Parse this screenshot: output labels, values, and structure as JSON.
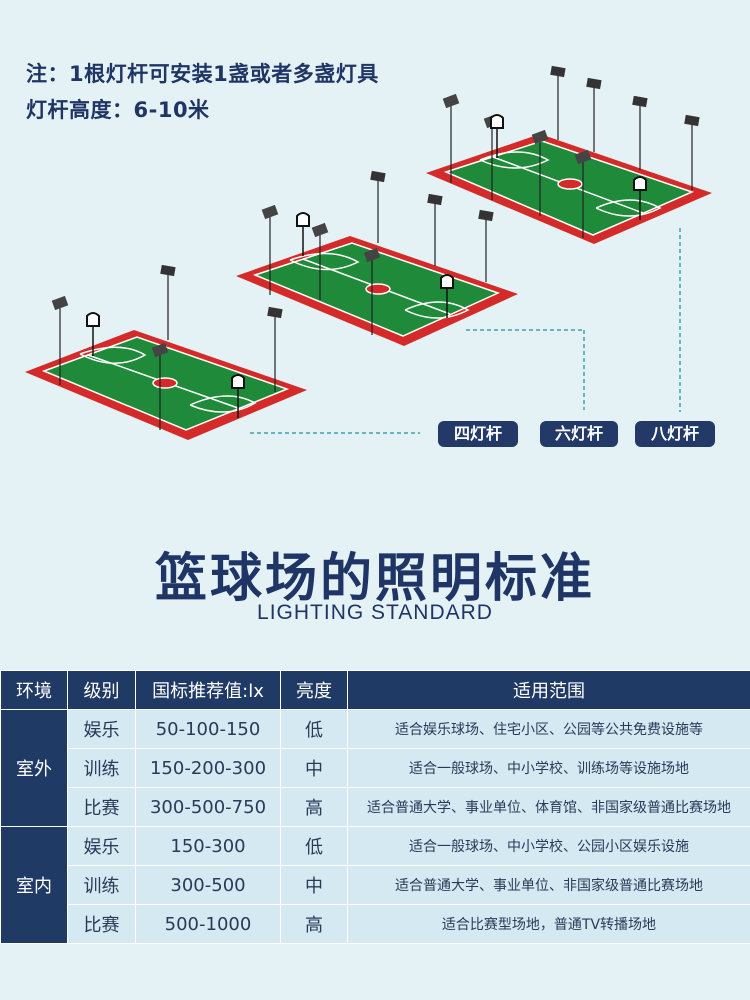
{
  "notes": {
    "line1": "注：1根灯杆可安装1盏或者多盏灯具",
    "line2": "灯杆高度：6-10米"
  },
  "tags": {
    "four": "四灯杆",
    "six": "六灯杆",
    "eight": "八灯杆"
  },
  "heading": {
    "title": "篮球场的照明标准",
    "subtitle": "LIGHTING STANDARD"
  },
  "table": {
    "headers": [
      "环境",
      "级别",
      "国标推荐值:lx",
      "亮度",
      "适用范围"
    ],
    "groups": [
      {
        "env": "室外",
        "rows": [
          {
            "level": "娱乐",
            "lux": "50-100-150",
            "brightness": "低",
            "scope": "适合娱乐球场、住宅小区、公园等公共免费设施等"
          },
          {
            "level": "训练",
            "lux": "150-200-300",
            "brightness": "中",
            "scope": "适合一般球场、中小学校、训练场等设施场地"
          },
          {
            "level": "比赛",
            "lux": "300-500-750",
            "brightness": "高",
            "scope": "适合普通大学、事业单位、体育馆、非国家级普通比赛场地"
          }
        ]
      },
      {
        "env": "室内",
        "rows": [
          {
            "level": "娱乐",
            "lux": "150-300",
            "brightness": "低",
            "scope": "适合一般球场、中小学校、公园小区娱乐设施"
          },
          {
            "level": "训练",
            "lux": "300-500",
            "brightness": "中",
            "scope": "适合普通大学、事业单位、非国家级普通比赛场地"
          },
          {
            "level": "比赛",
            "lux": "500-1000",
            "brightness": "高",
            "scope": "适合比赛型场地，普通TV转播场地"
          }
        ]
      }
    ]
  },
  "colors": {
    "navy": "#203a66",
    "court_red": "#d42a2a",
    "court_green": "#1f8a3a",
    "background": "#e4f1f5",
    "cell": "#d4e9f1"
  }
}
